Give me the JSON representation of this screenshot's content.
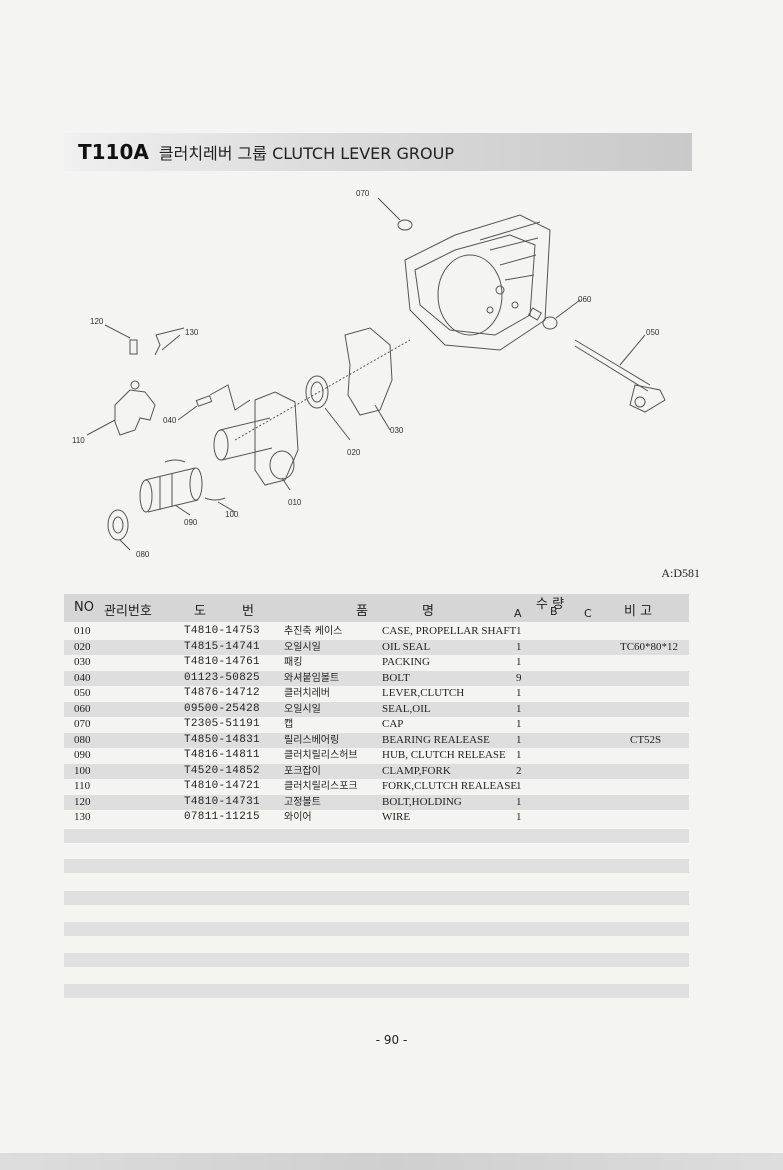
{
  "title": {
    "code": "T110A",
    "text": "클러치레버 그룹  CLUTCH LEVER GROUP"
  },
  "diagram": {
    "ref": "A:D581",
    "callouts": [
      "070",
      "060",
      "050",
      "120",
      "130",
      "040",
      "110",
      "030",
      "020",
      "010",
      "100",
      "090",
      "080"
    ]
  },
  "table": {
    "headers": {
      "no": "NO",
      "mgmt": "관리번호",
      "drawing_1": "도",
      "drawing_2": "번",
      "name_1": "품",
      "name_2": "명",
      "qty": "수  량",
      "qty_a": "A",
      "qty_b": "B",
      "qty_c": "C",
      "remarks": "비  고"
    },
    "rows": [
      {
        "no": "010",
        "part": "T4810-14753",
        "kr": "추진축 케이스",
        "en": "CASE, PROPELLAR SHAFT",
        "qty": "1",
        "note": ""
      },
      {
        "no": "020",
        "part": "T4815-14741",
        "kr": "오일시일",
        "en": "OIL SEAL",
        "qty": "1",
        "note": "TC60*80*12"
      },
      {
        "no": "030",
        "part": "T4810-14761",
        "kr": "패킹",
        "en": "PACKING",
        "qty": "1",
        "note": ""
      },
      {
        "no": "040",
        "part": "01123-50825",
        "kr": "와셔붙임볼트",
        "en": "BOLT",
        "qty": "9",
        "note": ""
      },
      {
        "no": "050",
        "part": "T4876-14712",
        "kr": "클러치레버",
        "en": "LEVER,CLUTCH",
        "qty": "1",
        "note": ""
      },
      {
        "no": "060",
        "part": "09500-25428",
        "kr": "오일시일",
        "en": "SEAL,OIL",
        "qty": "1",
        "note": ""
      },
      {
        "no": "070",
        "part": "T2305-51191",
        "kr": "캡",
        "en": "CAP",
        "qty": "1",
        "note": ""
      },
      {
        "no": "080",
        "part": "T4850-14831",
        "kr": "릴리스베어링",
        "en": "BEARING REALEASE",
        "qty": "1",
        "note": "CT52S"
      },
      {
        "no": "090",
        "part": "T4816-14811",
        "kr": "클러치릴리스허브",
        "en": "HUB, CLUTCH RELEASE",
        "qty": "1",
        "note": ""
      },
      {
        "no": "100",
        "part": "T4520-14852",
        "kr": "포크잡이",
        "en": "CLAMP,FORK",
        "qty": "2",
        "note": ""
      },
      {
        "no": "110",
        "part": "T4810-14721",
        "kr": "클러치릴리스포크",
        "en": "FORK,CLUTCH REALEASE",
        "qty": "1",
        "note": ""
      },
      {
        "no": "120",
        "part": "T4810-14731",
        "kr": "고정볼트",
        "en": "BOLT,HOLDING",
        "qty": "1",
        "note": ""
      },
      {
        "no": "130",
        "part": "07811-11215",
        "kr": "와이어",
        "en": "WIRE",
        "qty": "1",
        "note": ""
      }
    ]
  },
  "page_number": "- 90 -"
}
